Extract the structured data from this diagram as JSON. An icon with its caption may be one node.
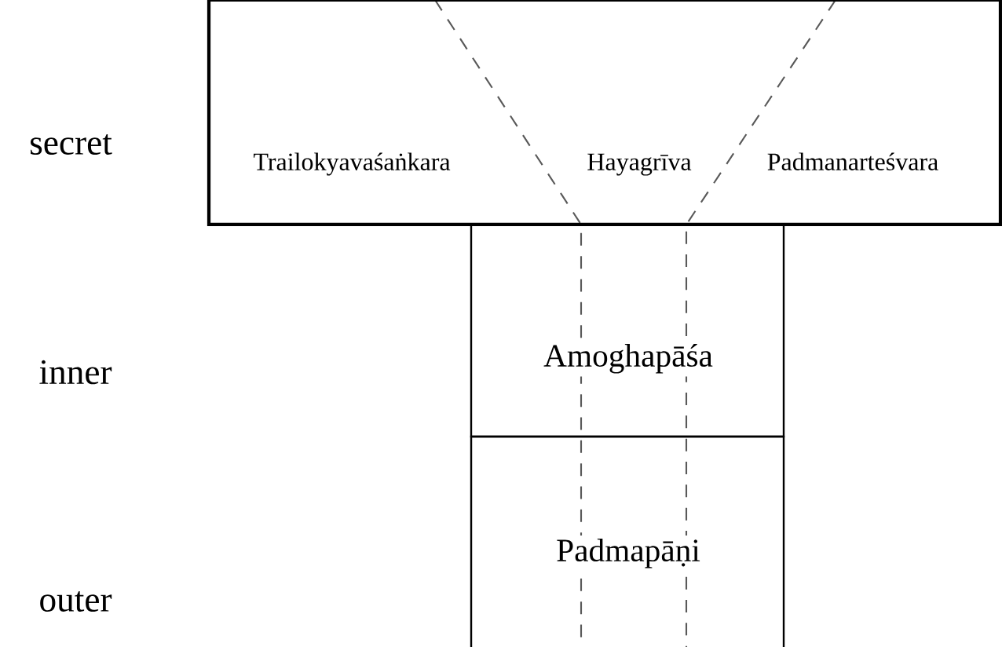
{
  "diagram": {
    "nodes": [
      {
        "text": [
          "Trailokyavaśaṅkara",
          "Hayagrīva",
          "Padmanarteśvara"
        ]
      },
      {
        "text": [
          "Amoghapāśa"
        ]
      },
      {
        "text": [
          "Padmapāṇi"
        ]
      }
    ],
    "labels": [
      "secret",
      "inner",
      "outer"
    ]
  }
}
